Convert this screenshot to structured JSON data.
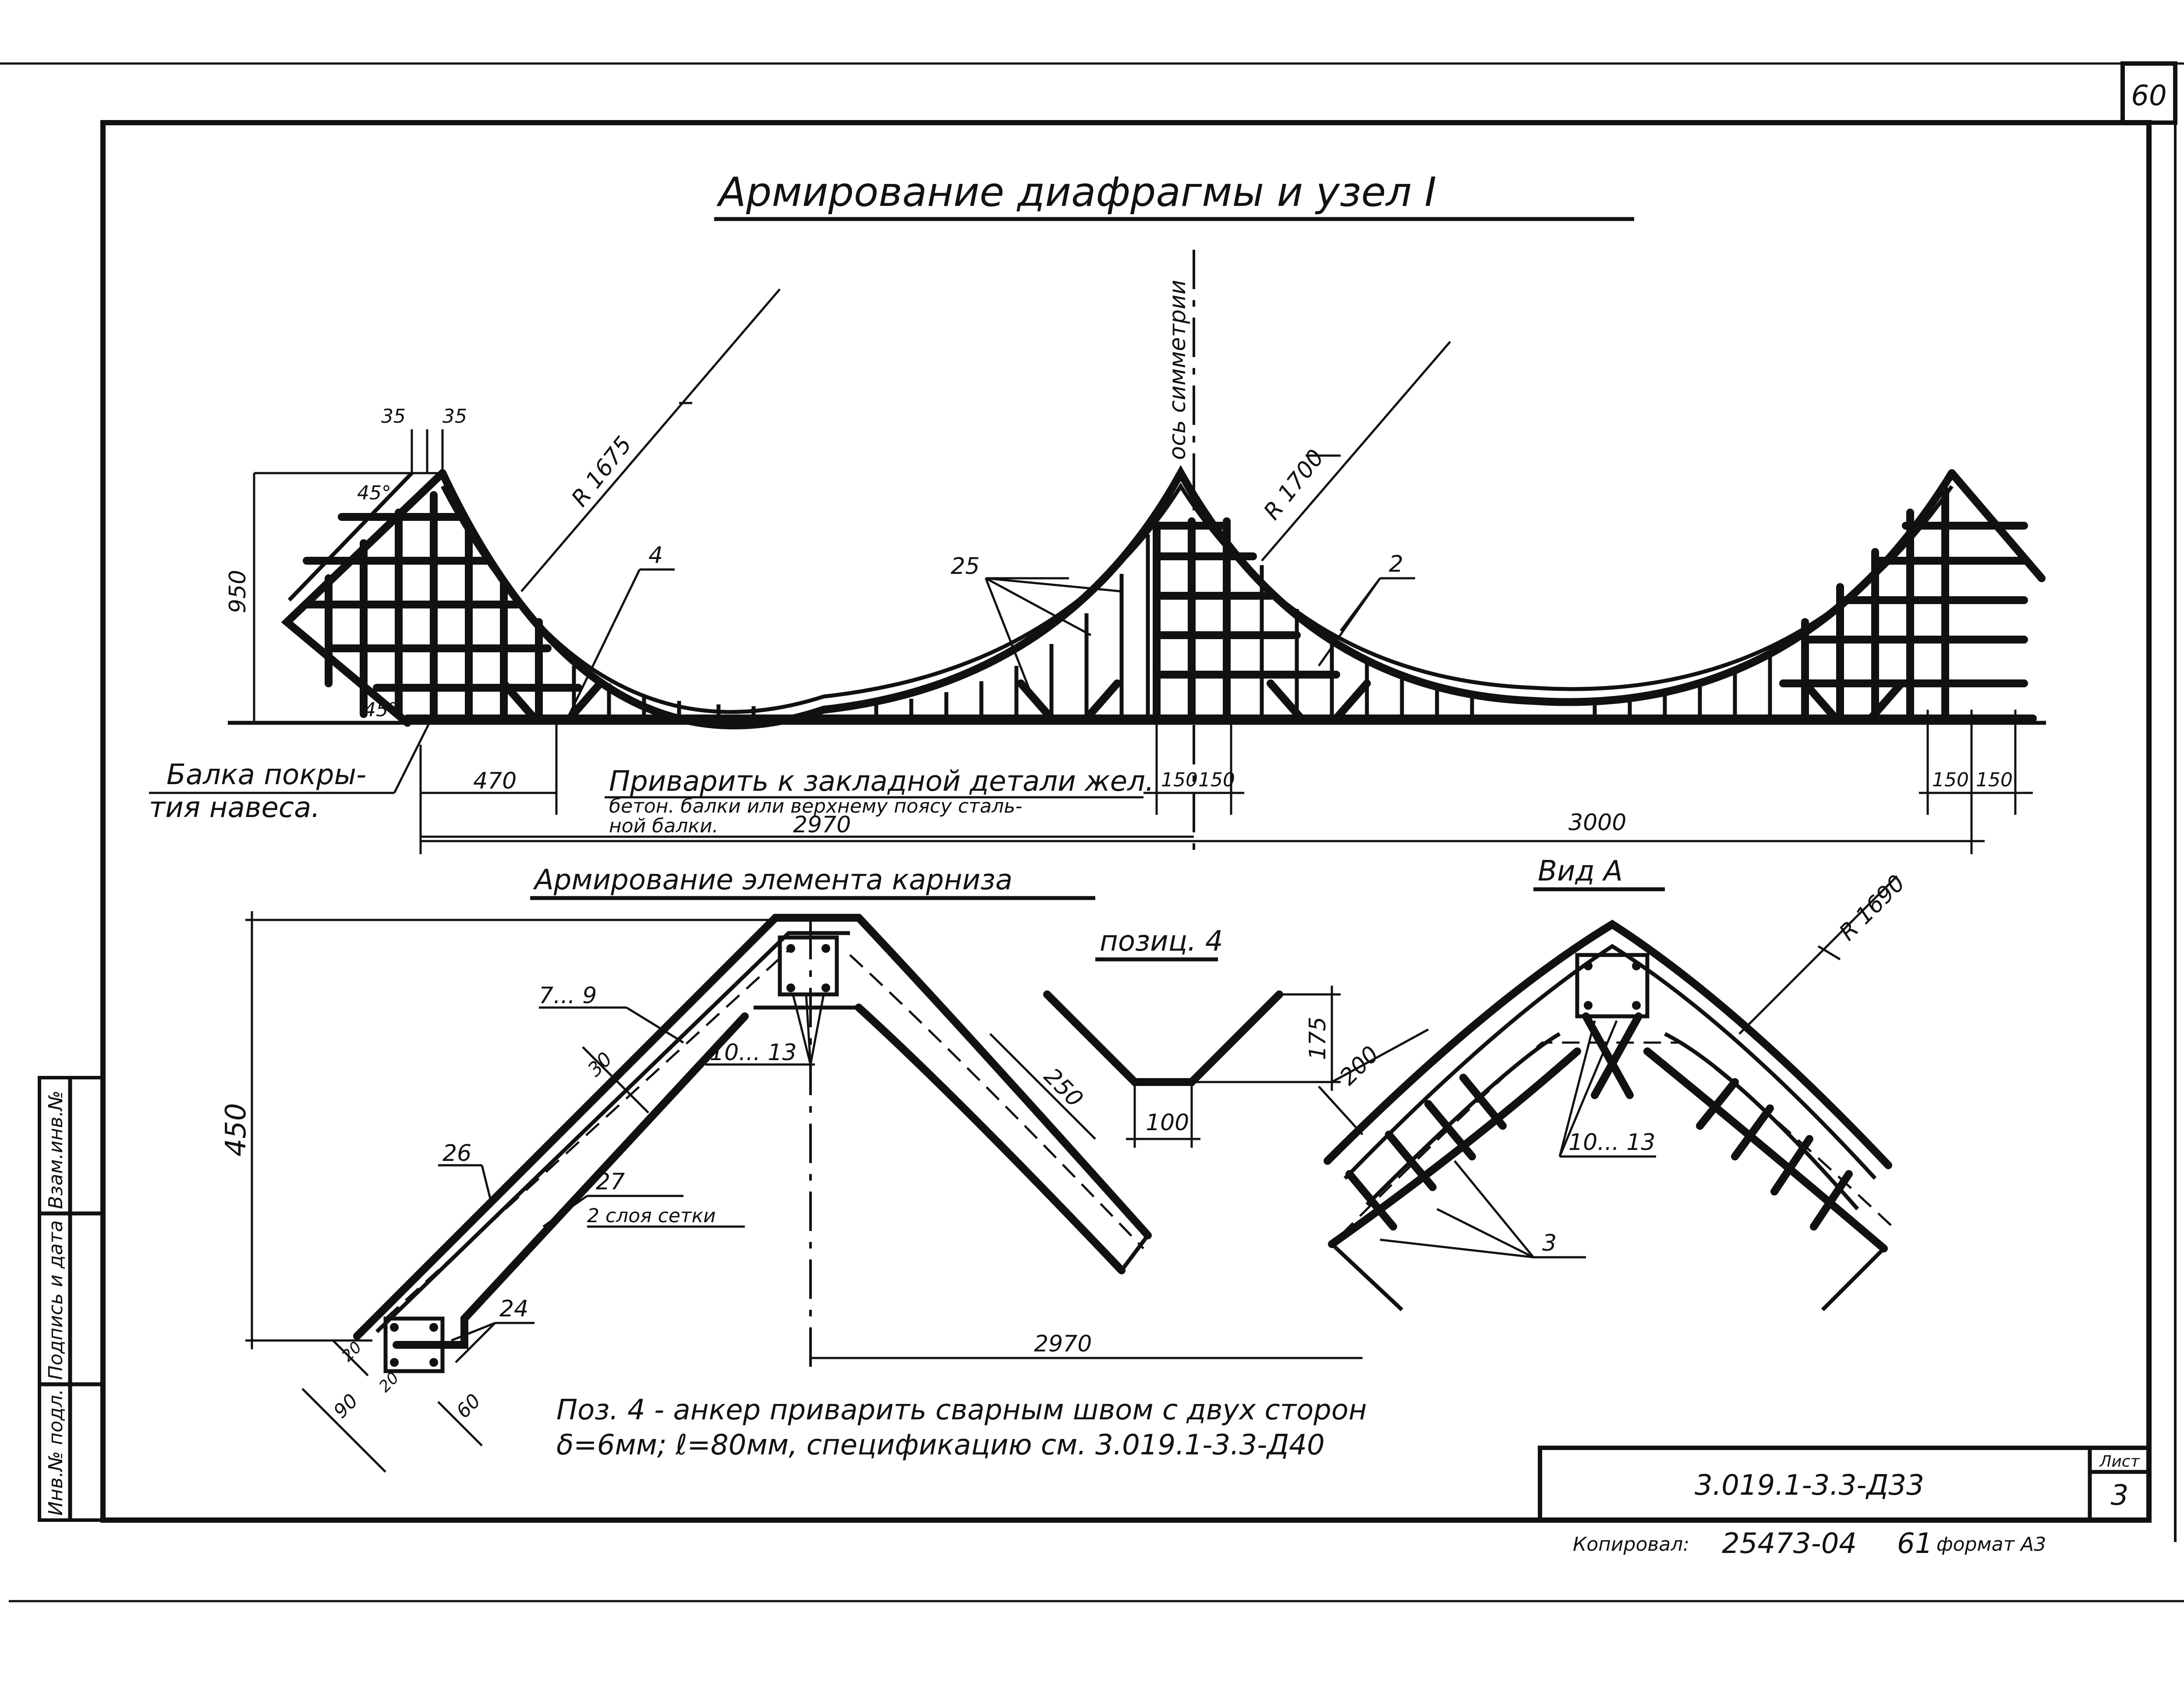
{
  "sheet": {
    "page_number": "60",
    "sheet_label": "Лист",
    "sheet_number": "3",
    "doc_code": "3.019.1-3.3-Д33",
    "copied_by": "Копировал:",
    "copy_number": "25473-04",
    "copy_suffix": "61",
    "format": "формат А3"
  },
  "side_stamp": {
    "inv_orig": "Инв.№ подл.",
    "signature_date": "Подпись и дата",
    "replace_inv": "Взам.инв.№"
  },
  "diaphragm": {
    "title": "Армирование диафрагмы и узел I",
    "symmetry_axis": "ось симметрии",
    "radius_left": "R 1675",
    "radius_right": "R 1700",
    "angle_top": "45°",
    "angle_bottom": "45°",
    "height": "950",
    "dim_35a": "35",
    "dim_35b": "35",
    "pos_4": "4",
    "pos_25": "25",
    "pos_2": "2",
    "beam_label_1": "Балка покры-",
    "beam_label_2": "тия навеса.",
    "dim_470": "470",
    "weld_note_1": "Приварить к закладной детали жел.",
    "weld_note_2": "бетон. балки или верхнему поясу сталь-",
    "weld_note_3": "ной балки.",
    "dim_150a": "150",
    "dim_150b": "150",
    "dim_150c": "150",
    "dim_150d": "150",
    "dim_2970": "2970",
    "dim_3000": "3000"
  },
  "cornice": {
    "title": "Армирование элемента карниза",
    "height": "450",
    "pos_7_9": "7... 9",
    "dim_30": "30",
    "pos_10_13": "10... 13",
    "pos_26": "26",
    "pos_27": "27",
    "mesh_note": "2 слоя сетки",
    "pos_24": "24",
    "dim_a": "20",
    "dim_b": "20",
    "dim_90": "90",
    "dim_60": "60",
    "dim_2970": "2970"
  },
  "position4": {
    "title": "позиц. 4",
    "dim_250": "250",
    "dim_175": "175",
    "dim_100": "100"
  },
  "view_a": {
    "title": "Вид А",
    "radius": "R 1690",
    "dim_200": "200",
    "pos_10_13": "10... 13",
    "pos_3": "3"
  },
  "anchor_note": {
    "line_1": "Поз. 4 - анкер приварить сварным швом с двух сторон",
    "line_2": "δ=6мм; ℓ=80мм, спецификацию см. 3.019.1-3.3-Д40"
  }
}
